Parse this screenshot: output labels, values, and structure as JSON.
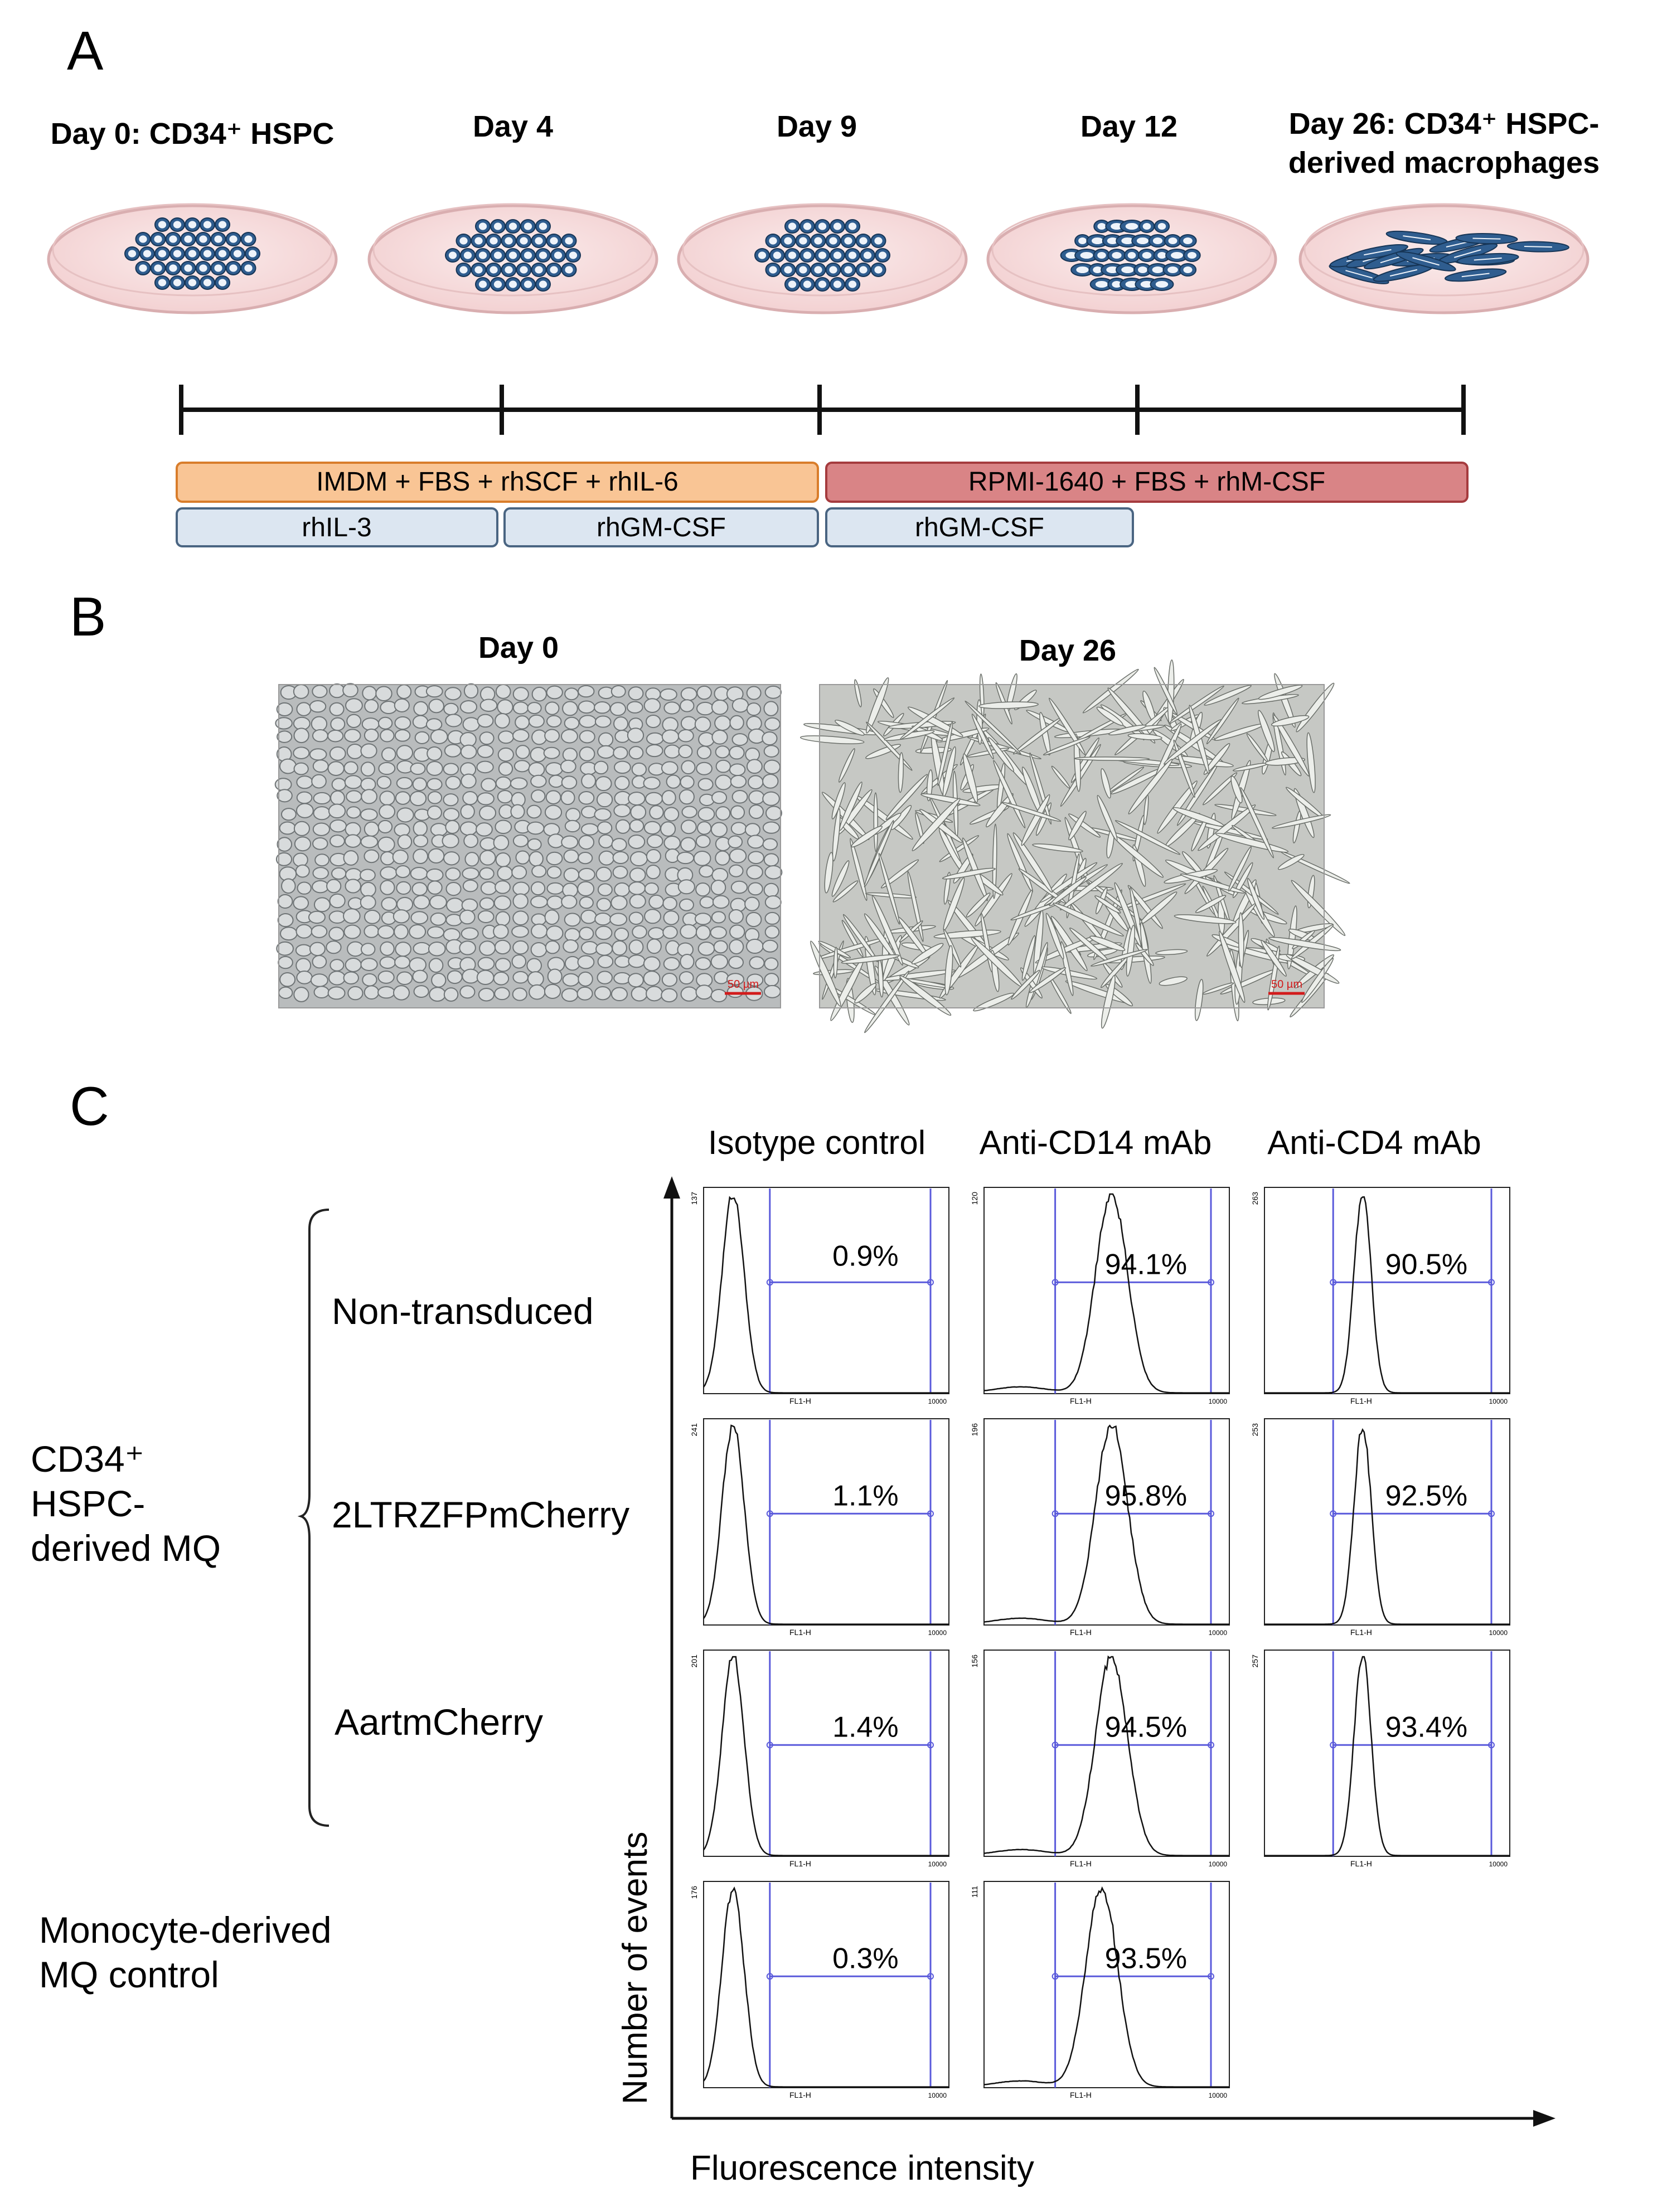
{
  "panel_labels": {
    "a": "A",
    "b": "B",
    "c": "C"
  },
  "timeline": {
    "stages": [
      {
        "label": "Day 0: CD34⁺ HSPC",
        "label_line2": ""
      },
      {
        "label": "Day 4",
        "label_line2": ""
      },
      {
        "label": "Day 9",
        "label_line2": ""
      },
      {
        "label": "Day 12",
        "label_line2": ""
      },
      {
        "label": "Day 26: CD34⁺ HSPC-",
        "label_line2": "derived macrophages"
      }
    ],
    "media": {
      "imdm": "IMDM + FBS + rhSCF + rhIL-6",
      "rpmi": "RPMI-1640 + FBS + rhM-CSF",
      "il3": "rhIL-3",
      "gmcsf_1": "rhGM-CSF",
      "gmcsf_2": "rhGM-CSF"
    },
    "colors": {
      "imdm_fill": "#f9c595",
      "imdm_stroke": "#d97d2b",
      "rpmi_fill": "#d98486",
      "rpmi_stroke": "#a53b3e",
      "cyto_fill": "#dce6f1",
      "cyto_stroke": "#4a6582",
      "dish_fill": "#f7dada",
      "dish_stroke": "#d9aeb0",
      "cell_fill": "#2f5d8f",
      "cell_stroke": "#163556",
      "cell_nucleus": "#eef3fa"
    }
  },
  "micrographs": [
    {
      "title": "Day 0",
      "scale_bar": "50 µm"
    },
    {
      "title": "Day 26",
      "scale_bar": "50 µm"
    }
  ],
  "flow": {
    "column_headers": [
      "Isotype control",
      "Anti-CD14 mAb",
      "Anti-CD4 mAb"
    ],
    "group_label": [
      "CD34⁺",
      "HSPC-",
      "derived MQ"
    ],
    "row_labels": [
      "Non-transduced",
      "2LTRZFPmCherry",
      "AartmCherry"
    ],
    "control_label": [
      "Monocyte-derived",
      "MQ control"
    ],
    "y_axis_label": "Number of events",
    "x_axis_label": "Fluorescence intensity",
    "mini_x_label": "FL1-H",
    "mini_x_max": "10000",
    "gate_color": "#5a5adb",
    "histograms": [
      [
        {
          "pct": "0.9%",
          "ymax": "137"
        },
        {
          "pct": "94.1%",
          "ymax": "120"
        },
        {
          "pct": "90.5%",
          "ymax": "263"
        }
      ],
      [
        {
          "pct": "1.1%",
          "ymax": "241"
        },
        {
          "pct": "95.8%",
          "ymax": "196"
        },
        {
          "pct": "92.5%",
          "ymax": "253"
        }
      ],
      [
        {
          "pct": "1.4%",
          "ymax": "201"
        },
        {
          "pct": "94.5%",
          "ymax": "156"
        },
        {
          "pct": "93.4%",
          "ymax": "257"
        }
      ],
      [
        {
          "pct": "0.3%",
          "ymax": "176"
        },
        {
          "pct": "93.5%",
          "ymax": "111"
        }
      ]
    ]
  }
}
